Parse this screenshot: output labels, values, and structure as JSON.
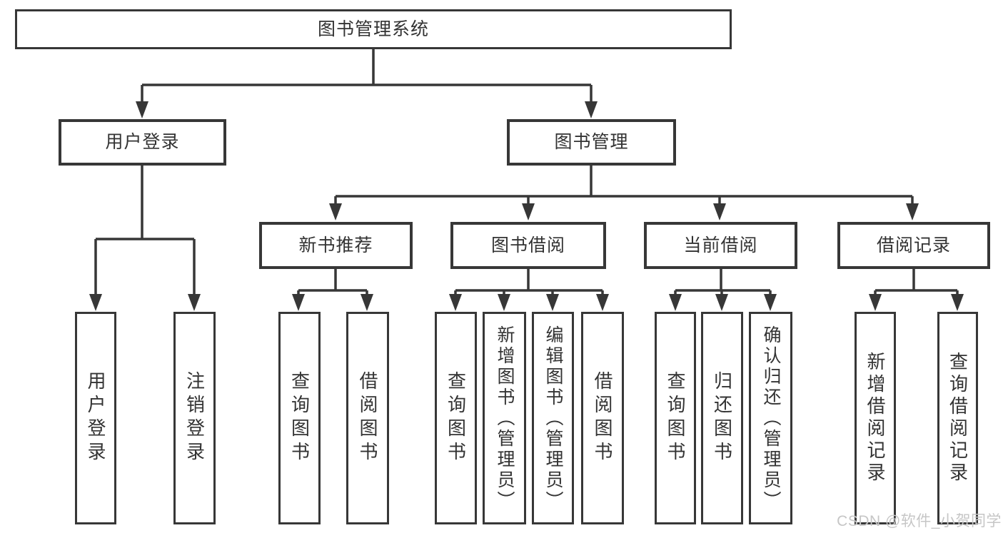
{
  "diagram_title": "图书管理系统",
  "tree": {
    "label": "图书管理系统",
    "children": [
      {
        "label": "用户登录",
        "children": [
          {
            "label": "用户登录"
          },
          {
            "label": "注销登录"
          }
        ]
      },
      {
        "label": "图书管理",
        "children": [
          {
            "label": "新书推荐",
            "children": [
              {
                "label": "查询图书"
              },
              {
                "label": "借阅图书"
              }
            ]
          },
          {
            "label": "图书借阅",
            "children": [
              {
                "label": "查询图书"
              },
              {
                "label": "新增图书（管理员）"
              },
              {
                "label": "编辑图书（管理员）"
              },
              {
                "label": "借阅图书"
              }
            ]
          },
          {
            "label": "当前借阅",
            "children": [
              {
                "label": "查询图书"
              },
              {
                "label": "归还图书"
              },
              {
                "label": "确认归还（管理员）"
              }
            ]
          },
          {
            "label": "借阅记录",
            "children": [
              {
                "label": "新增借阅记录"
              },
              {
                "label": "查询借阅记录"
              }
            ]
          }
        ]
      }
    ]
  },
  "watermark": "CSDN @软件_小贺同学",
  "colors": {
    "line": "#373737",
    "box_border": "#373737",
    "text": "#333333",
    "watermark": "#c6c6c6",
    "background": "#ffffff"
  }
}
